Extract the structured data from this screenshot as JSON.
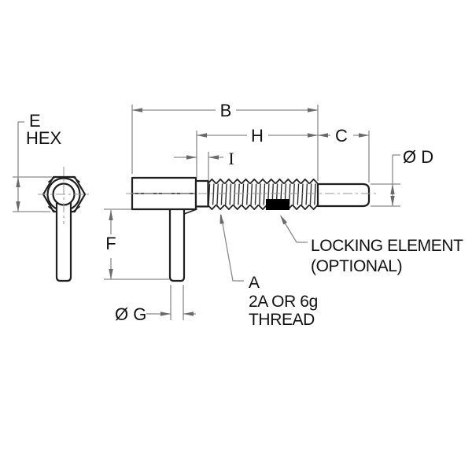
{
  "colors": {
    "background": "#ffffff",
    "object_line": "#1f1f1f",
    "dimension_line": "#8b8b8b",
    "arrowhead": "#6a6a6a",
    "centerline": "#9a9a9a",
    "text": "#111111",
    "locking_fill": "#000000"
  },
  "dimension_labels": {
    "b": "B",
    "h": "H",
    "c": "C",
    "i": "I",
    "e": "E",
    "e_qualifier": "HEX",
    "f": "F",
    "g_diameter": "Ø G",
    "d_diameter": "Ø D"
  },
  "callouts": {
    "thread": {
      "ref": "A",
      "spec": "2A OR 6g",
      "noun": "THREAD"
    },
    "locking_element": {
      "title": "LOCKING ELEMENT",
      "qualifier": "(OPTIONAL)"
    }
  }
}
